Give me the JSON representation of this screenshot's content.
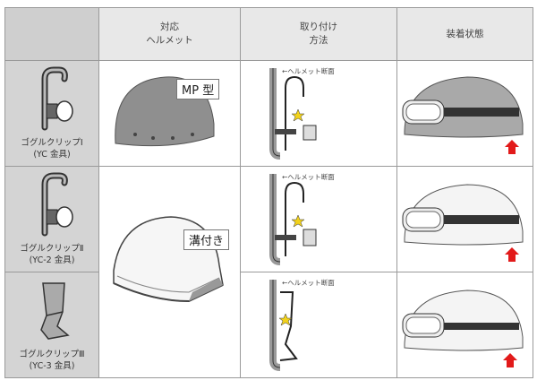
{
  "headers": {
    "col2": [
      "対応",
      "ヘルメット"
    ],
    "col3": [
      "取り付け",
      "方法"
    ],
    "col4": "装着状態"
  },
  "rows": [
    {
      "name": "ゴグルクリップⅠ",
      "code": "(YC 金具)",
      "section_label": "←ヘルメット断面"
    },
    {
      "name": "ゴグルクリップⅡ",
      "code": "(YC-2 金具)",
      "section_label": "←ヘルメット断面"
    },
    {
      "name": "ゴグルクリップⅢ",
      "code": "(YC-3 金具)",
      "section_label": "←ヘルメット断面"
    }
  ],
  "helmets": {
    "mp": "MP 型",
    "groove": "溝付き"
  },
  "colors": {
    "header_bg": "#e8e8e8",
    "side_bg": "#d4d4d4",
    "arrow": "#e21a1a",
    "star": "#f2d21b"
  }
}
